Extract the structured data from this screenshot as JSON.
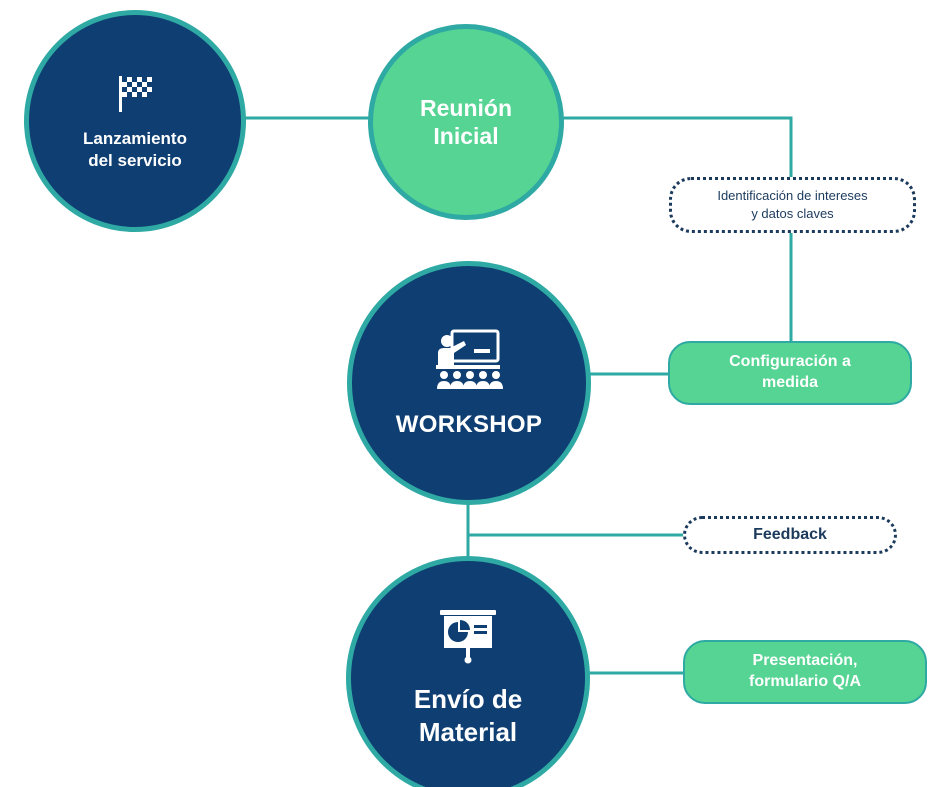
{
  "diagram": {
    "nodes": {
      "launch": {
        "label": "Lanzamiento\ndel servicio",
        "icon": "checkered-flag-icon"
      },
      "meeting": {
        "label": "Reunión\nInicial"
      },
      "workshop": {
        "label": "WORKSHOP",
        "icon": "presenter-audience-icon"
      },
      "material": {
        "label": "Envío de\nMaterial",
        "icon": "presentation-board-icon"
      }
    },
    "notes": {
      "identification": "Identificación de intereses\ny datos claves",
      "configuration": "Configuración a\nmedida",
      "feedback": "Feedback",
      "presentation": "Presentación,\nformulario Q/A"
    },
    "colors": {
      "dark_blue": "#0e3e72",
      "green": "#55d493",
      "teal": "#2ea9a3",
      "navy_text": "#1b3a5c"
    }
  }
}
